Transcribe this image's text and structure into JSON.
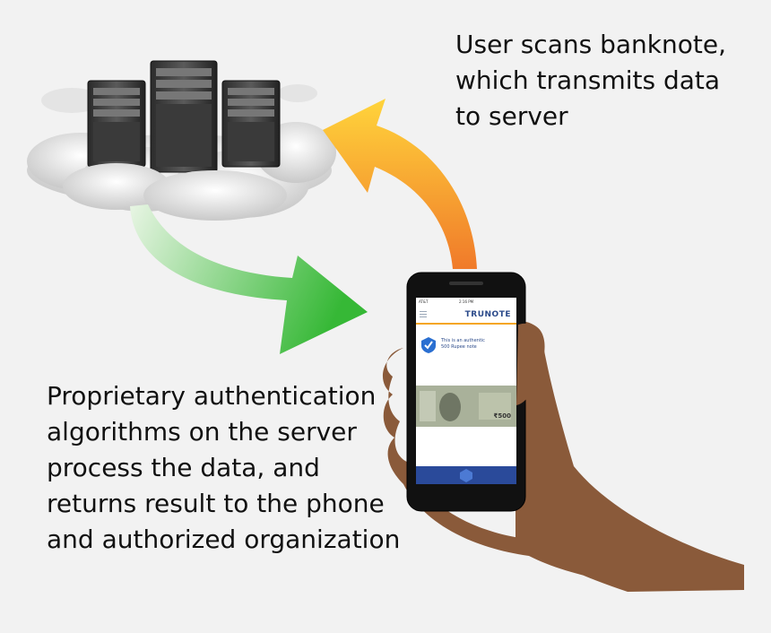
{
  "captions": {
    "top": [
      "User scans banknote,",
      "which transmits data",
      "to server"
    ],
    "bottom": [
      "Proprietary authentication",
      "algorithms on the server",
      "process the data, and",
      "returns result to the phone",
      "and authorized organization"
    ]
  },
  "phone_screen": {
    "status_carrier": "AT&T",
    "status_time": "2:16 PM",
    "brand": "TRUNOTE",
    "verify_message": [
      "This is an authentic",
      "500 Rupee note"
    ],
    "note_value": "₹500"
  },
  "colors": {
    "background": "#f2f2f2",
    "arrow_up_start": "#ffd43b",
    "arrow_up_end": "#f07a2a",
    "arrow_down_start": "#d9efd3",
    "arrow_down_end": "#3fbf3f",
    "brand_blue": "#2a4a9a",
    "accent": "#f5a623"
  },
  "icons": [
    "server-icon",
    "cloud-icon",
    "smartphone-icon",
    "hand-icon",
    "checkmark-shield-icon",
    "menu-icon",
    "banknote-icon"
  ]
}
